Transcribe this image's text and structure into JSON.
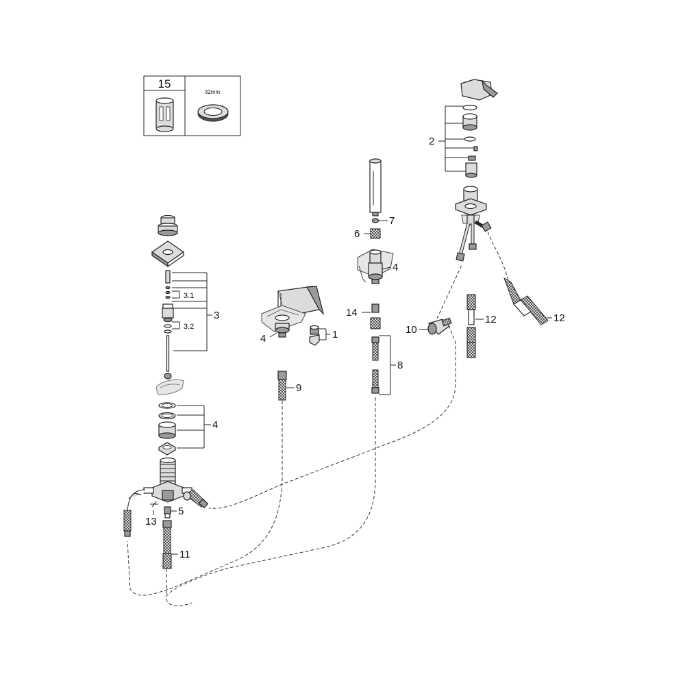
{
  "spare_box": {
    "part_number": "15",
    "size_label": "32mm"
  },
  "callouts": {
    "c1": "1",
    "c2": "2",
    "c3": "3",
    "c3_1": "3.1",
    "c3_2": "3.2",
    "c4_left": "4",
    "c4_spout": "4",
    "c4_shower": "4",
    "c5": "5",
    "c6": "6",
    "c7": "7",
    "c8": "8",
    "c9": "9",
    "c10": "10",
    "c11": "11",
    "c12_a": "12",
    "c12_b": "12",
    "c13": "13",
    "c14": "14"
  }
}
